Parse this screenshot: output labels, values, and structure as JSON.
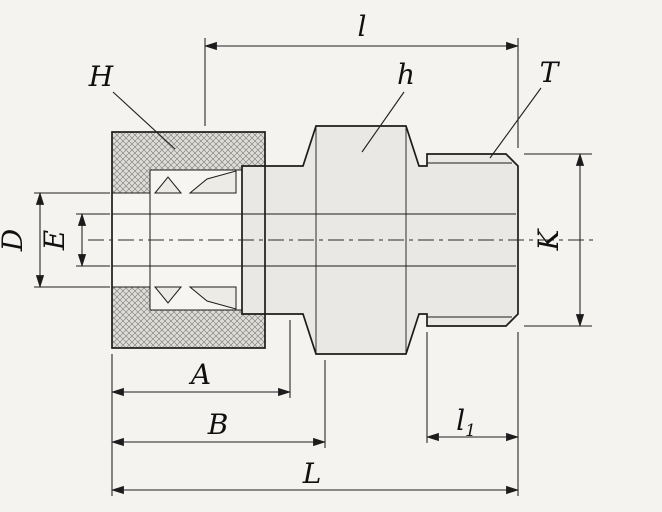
{
  "drawing": {
    "colors": {
      "background": "#f4f3f0",
      "line": "#1c1c1c",
      "metal_fill": "#e9e8e4",
      "nut_fill": "#dedcd7",
      "hatch_line": "#777777"
    },
    "dimension_labels": {
      "l": "l",
      "H": "H",
      "h": "h",
      "T": "T",
      "D": "D",
      "E": "E",
      "K": "K",
      "A": "A",
      "B": "B",
      "l1_base": "l",
      "l1_sub": "1",
      "L": "L"
    }
  }
}
